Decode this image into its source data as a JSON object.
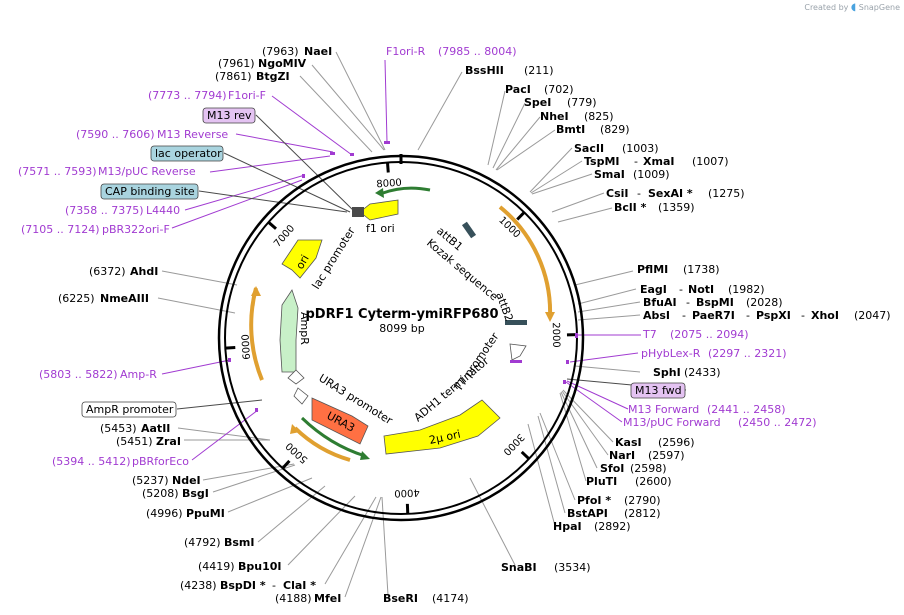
{
  "brand": {
    "created_by": "Created by",
    "name": "SnapGene"
  },
  "plasmid": {
    "name": "pDRF1 Cyterm-ymiRFP680",
    "size": "8099 bp"
  },
  "ticks": [
    "1000",
    "2000",
    "3000",
    "4000",
    "5000",
    "6000",
    "7000",
    "8000"
  ],
  "features": {
    "f1_ori": "f1 ori",
    "lac_promoter": "lac promoter",
    "ori": "ori",
    "AmpR": "AmpR",
    "URA3_promoter": "URA3 promoter",
    "URA3": "URA3",
    "two_micron_ori": "2µ ori",
    "ADH1_terminator": "ADH1 terminator",
    "T7_promoter": "T7 promoter",
    "attB2": "attB2",
    "attB1": "attB1",
    "kozak": "Kozak sequence"
  },
  "enzymes": {
    "NaeI": {
      "name": "NaeI",
      "pos": "(7963)"
    },
    "NgoMIV": {
      "name": "NgoMIV",
      "pos": "(7961)"
    },
    "BtgZI": {
      "name": "BtgZI",
      "pos": "(7861)"
    },
    "BssHII": {
      "name": "BssHII",
      "pos": "(211)"
    },
    "PacI": {
      "name": "PacI",
      "pos": "(702)"
    },
    "SpeI": {
      "name": "SpeI",
      "pos": "(779)"
    },
    "NheI": {
      "name": "NheI",
      "pos": "(825)"
    },
    "BmtI": {
      "name": "BmtI",
      "pos": "(829)"
    },
    "SacII": {
      "name": "SacII",
      "pos": "(1003)"
    },
    "TspMI": {
      "name": "TspMI",
      "pos": ""
    },
    "XmaI": {
      "name": "XmaI",
      "pos": "(1007)"
    },
    "SmaI": {
      "name": "SmaI",
      "pos": "(1009)"
    },
    "CsiI": {
      "name": "CsiI",
      "pos": ""
    },
    "SexAI": {
      "name": "SexAI *",
      "pos": "(1275)"
    },
    "BclI": {
      "name": "BclI *",
      "pos": "(1359)"
    },
    "PflMI": {
      "name": "PflMI",
      "pos": "(1738)"
    },
    "EagI": {
      "name": "EagI",
      "pos": ""
    },
    "NotI": {
      "name": "NotI",
      "pos": "(1982)"
    },
    "BfuAI": {
      "name": "BfuAI",
      "pos": ""
    },
    "BspMI": {
      "name": "BspMI",
      "pos": "(2028)"
    },
    "AbsI": {
      "name": "AbsI",
      "pos": ""
    },
    "PaeR7I": {
      "name": "PaeR7I",
      "pos": ""
    },
    "PspXI": {
      "name": "PspXI",
      "pos": ""
    },
    "XhoI": {
      "name": "XhoI",
      "pos": "(2047)"
    },
    "SphI": {
      "name": "SphI",
      "pos": "(2433)"
    },
    "KasI": {
      "name": "KasI",
      "pos": "(2596)"
    },
    "NarI": {
      "name": "NarI",
      "pos": "(2597)"
    },
    "SfoI": {
      "name": "SfoI",
      "pos": "(2598)"
    },
    "PluTI": {
      "name": "PluTI",
      "pos": "(2600)"
    },
    "PfoI": {
      "name": "PfoI *",
      "pos": "(2790)"
    },
    "BstAPI": {
      "name": "BstAPI",
      "pos": "(2812)"
    },
    "HpaI": {
      "name": "HpaI",
      "pos": "(2892)"
    },
    "SnaBI": {
      "name": "SnaBI",
      "pos": "(3534)"
    },
    "BseRI": {
      "name": "BseRI",
      "pos": "(4174)"
    },
    "MfeI": {
      "name": "MfeI",
      "pos": "(4188)"
    },
    "BspDI": {
      "name": "BspDI *",
      "pos": "(4238)"
    },
    "ClaI": {
      "name": "ClaI *",
      "pos": ""
    },
    "Bpu10I": {
      "name": "Bpu10I",
      "pos": "(4419)"
    },
    "BsmI": {
      "name": "BsmI",
      "pos": "(4792)"
    },
    "PpuMI": {
      "name": "PpuMI",
      "pos": "(4996)"
    },
    "BsgI": {
      "name": "BsgI",
      "pos": "(5208)"
    },
    "NdeI": {
      "name": "NdeI",
      "pos": "(5237)"
    },
    "ZraI": {
      "name": "ZraI",
      "pos": "(5451)"
    },
    "AatII": {
      "name": "AatII",
      "pos": "(5453)"
    },
    "NmeAIII": {
      "name": "NmeAIII",
      "pos": "(6225)"
    },
    "AhdI": {
      "name": "AhdI",
      "pos": "(6372)"
    }
  },
  "primers": {
    "F1ori_R": {
      "name": "F1ori-R",
      "range": "(7985 .. 8004)"
    },
    "F1ori_F": {
      "name": "F1ori-F",
      "range": "(7773 .. 7794)"
    },
    "M13_Reverse": {
      "name": "M13 Reverse",
      "range": "(7590 .. 7606)"
    },
    "M13_pUC_Reverse": {
      "name": "M13/pUC Reverse",
      "range": "(7571 .. 7593)"
    },
    "L4440": {
      "name": "L4440",
      "range": "(7358 .. 7375)"
    },
    "pBR322ori_F": {
      "name": "pBR322ori-F",
      "range": "(7105 .. 7124)"
    },
    "T7": {
      "name": "T7",
      "range": "(2075 .. 2094)"
    },
    "pHybLex_R": {
      "name": "pHybLex-R",
      "range": "(2297 .. 2321)"
    },
    "M13_Forward": {
      "name": "M13 Forward",
      "range": "(2441 .. 2458)"
    },
    "M13_pUC_Forward": {
      "name": "M13/pUC Forward",
      "range": "(2450 .. 2472)"
    },
    "Amp_R": {
      "name": "Amp-R",
      "range": "(5803 .. 5822)"
    },
    "pBRforEco": {
      "name": "pBRforEco",
      "range": "(5394 .. 5412)"
    }
  },
  "boxes": {
    "M13_rev": "M13 rev",
    "lac_operator": "lac operator",
    "CAP_binding_site": "CAP binding site",
    "M13_fwd": "M13 fwd",
    "AmpR_promoter": "AmpR promoter"
  },
  "sep": "-"
}
